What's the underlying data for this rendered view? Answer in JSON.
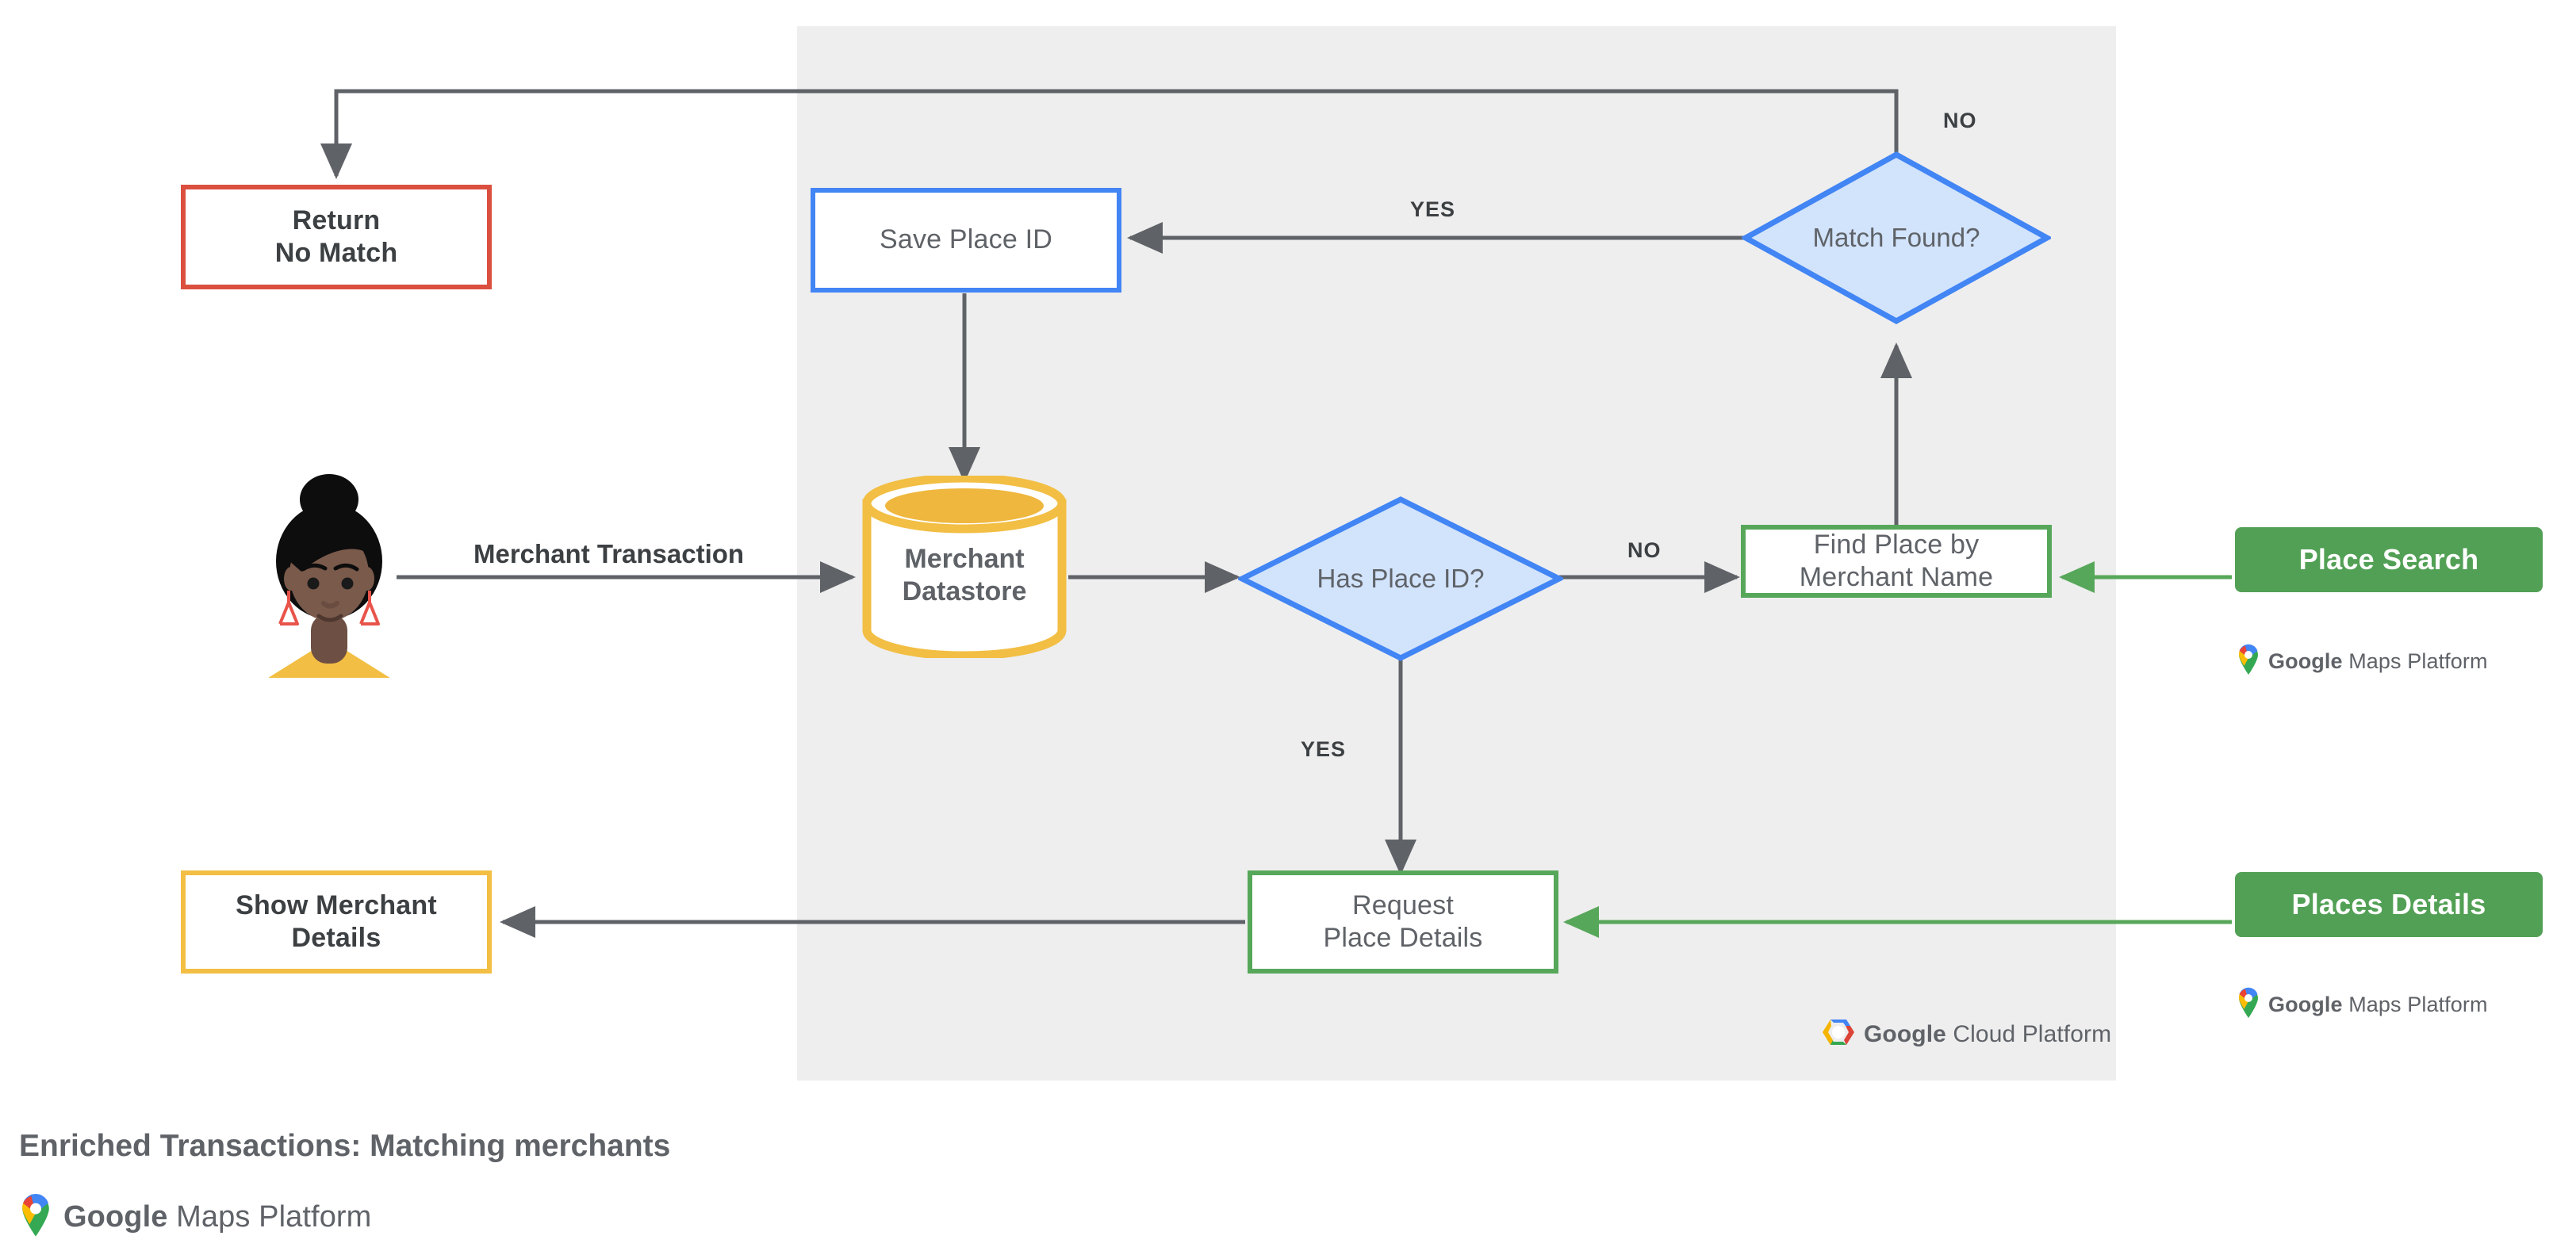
{
  "diagram": {
    "caption": "Enriched Transactions: Matching merchants",
    "brand_footer": {
      "google": "Google",
      "suffix": "Maps Platform"
    },
    "panel_badge": {
      "google": "Google",
      "suffix": "Cloud Platform"
    }
  },
  "actor": {
    "name": "customer-avatar",
    "skin": "#7A5A4B",
    "hair": "#0D0D0D",
    "shirt": "#F2BE43",
    "earring": "#E8544A"
  },
  "nodes": {
    "return_no_match": {
      "line1": "Return",
      "line2": "No Match",
      "color": "#DB4F3F"
    },
    "save_place_id": {
      "line1": "Save Place ID",
      "color": "#4285F4"
    },
    "merchant_datastore": {
      "line1": "Merchant",
      "line2": "Datastore",
      "color": "#F2BE43"
    },
    "has_place_id": {
      "line1": "Has",
      "line2": "Place ID?",
      "color": "#4285F4",
      "fill": "#D2E3FC"
    },
    "match_found": {
      "line1": "Match",
      "line2": "Found?",
      "color": "#4285F4",
      "fill": "#D2E3FC"
    },
    "find_place_by_merchant_name": {
      "line1": "Find Place by",
      "line2": "Merchant Name",
      "color": "#57A75A"
    },
    "request_place_details": {
      "line1": "Request",
      "line2": "Place Details",
      "color": "#57A75A"
    },
    "show_merchant_details": {
      "line1": "Show Merchant",
      "line2": "Details",
      "color": "#F2BE43"
    },
    "place_search": {
      "label": "Place Search",
      "color": "#52A055"
    },
    "places_details": {
      "label": "Places Details",
      "color": "#52A055"
    }
  },
  "edges": {
    "merchant_transaction": "Merchant Transaction",
    "has_place_id_no": "NO",
    "has_place_id_yes": "YES",
    "match_found_yes": "YES",
    "match_found_no": "NO"
  },
  "colors": {
    "panel": "#eeeeee",
    "wire": "#5F6368",
    "green_wire": "#57A75A",
    "text": "#5F6368"
  }
}
